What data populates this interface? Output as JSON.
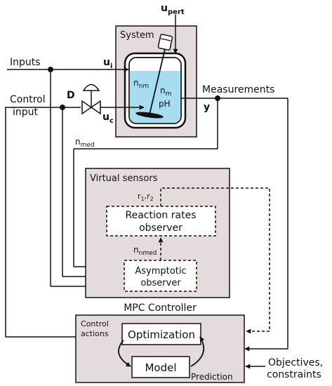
{
  "labels": {
    "upert_main": "u",
    "upert_sub": "pert",
    "system": "System",
    "inputs": "Inputs",
    "ui_main": "u",
    "ui_sub": "i",
    "nnm_main": "n",
    "nnm_sub": "nm",
    "nm_main": "n",
    "nm_sub": "m",
    "ph": "pH",
    "measurements": "Measurements",
    "control_input_1": "Control",
    "control_input_2": "input",
    "d": "D",
    "uc_main": "u",
    "uc_sub": "c",
    "y": "y",
    "nmed_main": "n",
    "nmed_sub": "med",
    "virtual_sensors": "Virtual sensors",
    "r1r2": "r",
    "r1_sub": "1",
    "r2_sub": "2",
    "reaction_rates_1": "Reaction rates",
    "reaction_rates_2": "observer",
    "nnmed_main": "n",
    "nnmed_sub": "nmed",
    "asymptotic_1": "Asymptotic",
    "asymptotic_2": "observer",
    "mpc_controller": "MPC Controller",
    "control_actions_1": "Control",
    "control_actions_2": "actions",
    "optimization": "Optimization",
    "model": "Model",
    "prediction": "Prediction",
    "objectives_1": "Objectives,",
    "objectives_2": "constraints"
  },
  "colors": {
    "panel_fill": "#e4dcdc",
    "liquid": "#a8dcf0",
    "line": "#111111",
    "box_fill": "#ffffff"
  }
}
